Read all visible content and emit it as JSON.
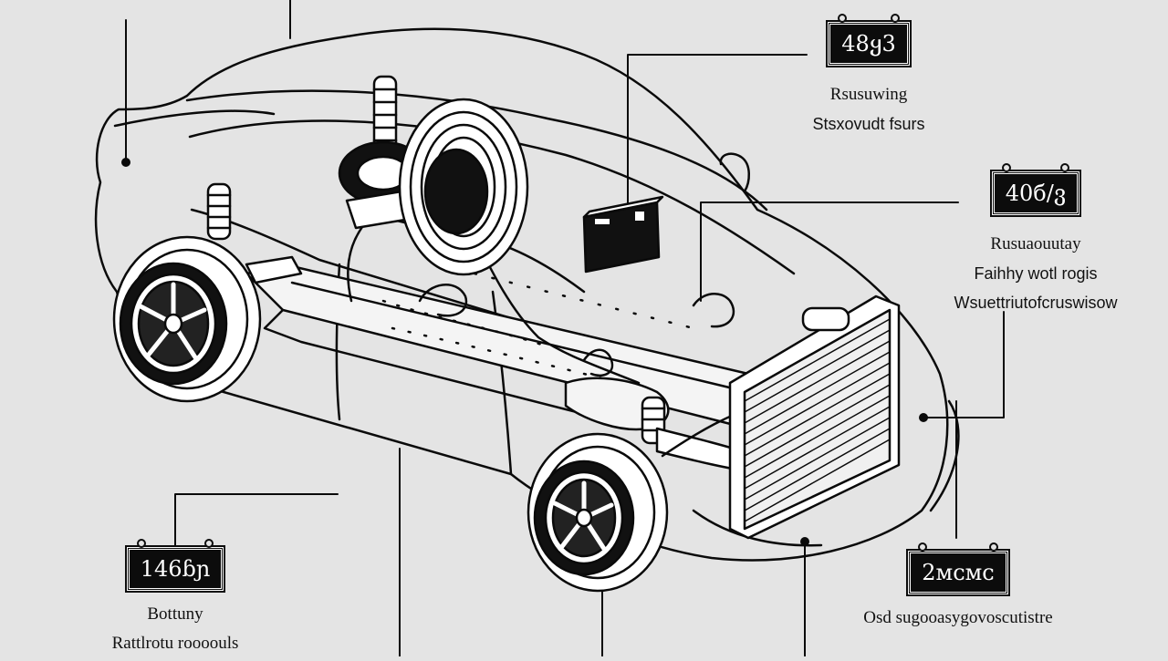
{
  "callouts": {
    "top_right": {
      "badge": "48ყ3",
      "lines": [
        "Rsusuwing",
        "Stsxovudt fsurs"
      ]
    },
    "mid_right": {
      "badge": "40б/ვ",
      "lines": [
        "Rusuaouutay",
        "Faihhy wotl rogis",
        "Wsuettriutofcruswisow"
      ]
    },
    "bottom_left": {
      "badge": "146ɓɲ",
      "lines": [
        "Bottuny",
        "Rattlrotu roooouls"
      ]
    },
    "bottom_right": {
      "badge": "2ᴍᴄᴍᴄ",
      "lines": [
        "Osd sugooasygovoscutistre"
      ]
    }
  }
}
